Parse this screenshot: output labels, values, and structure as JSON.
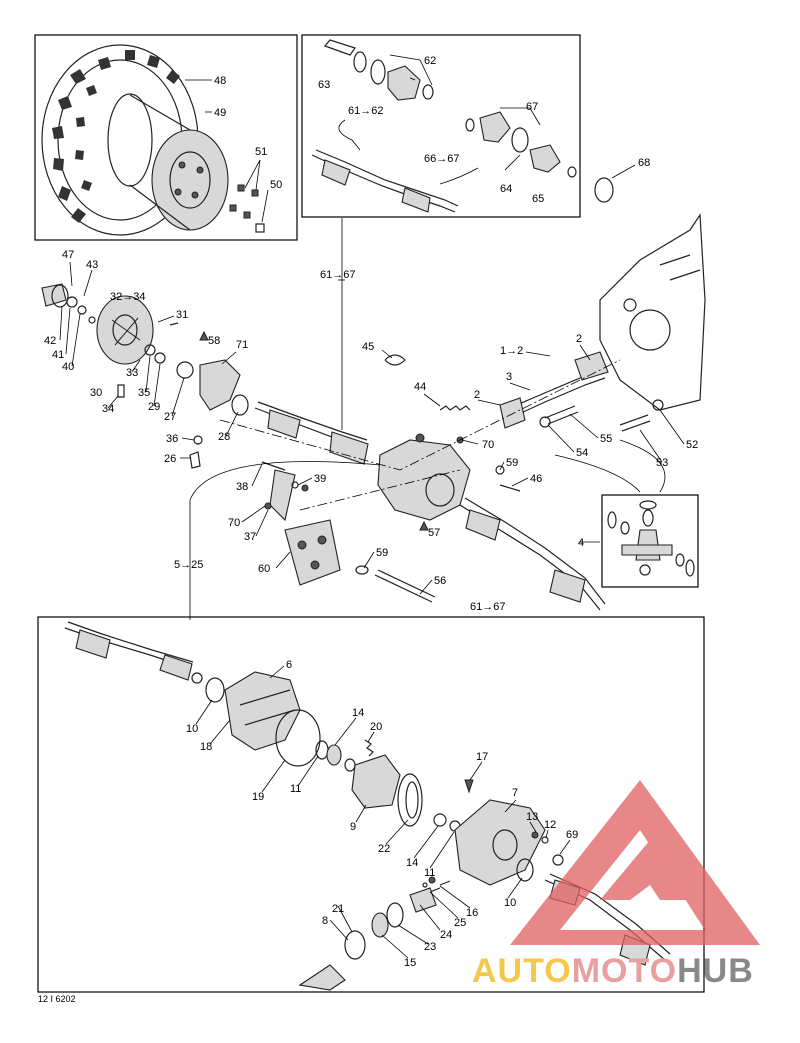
{
  "labels": {
    "l48": "48",
    "l49": "49",
    "l51": "51",
    "l50": "50",
    "l62": "62",
    "l63": "63",
    "l61_62": "61→62",
    "l67": "67",
    "l66_67": "66→67",
    "l64": "64",
    "l65": "65",
    "l68": "68",
    "l47": "47",
    "l43": "43",
    "l32_34": "32→34",
    "l31": "31",
    "l42": "42",
    "l41": "41",
    "l40": "40",
    "l33": "33",
    "l30": "30",
    "l35": "35",
    "l29": "29",
    "l27": "27",
    "l34": "34",
    "l58": "58",
    "l71": "71",
    "l28": "28",
    "l36": "36",
    "l26": "26",
    "l45": "45",
    "l44": "44",
    "l61_67_top": "61→67",
    "l1_2": "1→2",
    "l2a": "2",
    "l2b": "2",
    "l3": "3",
    "l55": "55",
    "l54": "54",
    "l52": "52",
    "l53": "53",
    "l70a": "70",
    "l59a": "59",
    "l46": "46",
    "l38": "38",
    "l39": "39",
    "l70b": "70",
    "l37": "37",
    "l57": "57",
    "l4": "4",
    "l60": "60",
    "l59b": "59",
    "l56": "56",
    "l5_25": "5→25",
    "l61_67_bot": "61→67",
    "l6": "6",
    "l10a": "10",
    "l18": "18",
    "l14a": "14",
    "l20": "20",
    "l19": "19",
    "l11a": "11",
    "l9": "9",
    "l17": "17",
    "l22": "22",
    "l7": "7",
    "l13": "13",
    "l12": "12",
    "l69": "69",
    "l14b": "14",
    "l11b": "11",
    "l10b": "10",
    "l16": "16",
    "l25": "25",
    "l21": "21",
    "l8": "8",
    "l24": "24",
    "l23": "23",
    "l15": "15"
  },
  "drawing_code": "12 I 6202",
  "watermark": {
    "part1": "AUTO",
    "part2": "MOTO",
    "part3": "HUB"
  },
  "colors": {
    "watermark_red": "#e06060",
    "watermark_yellow": "#f2c94c"
  }
}
